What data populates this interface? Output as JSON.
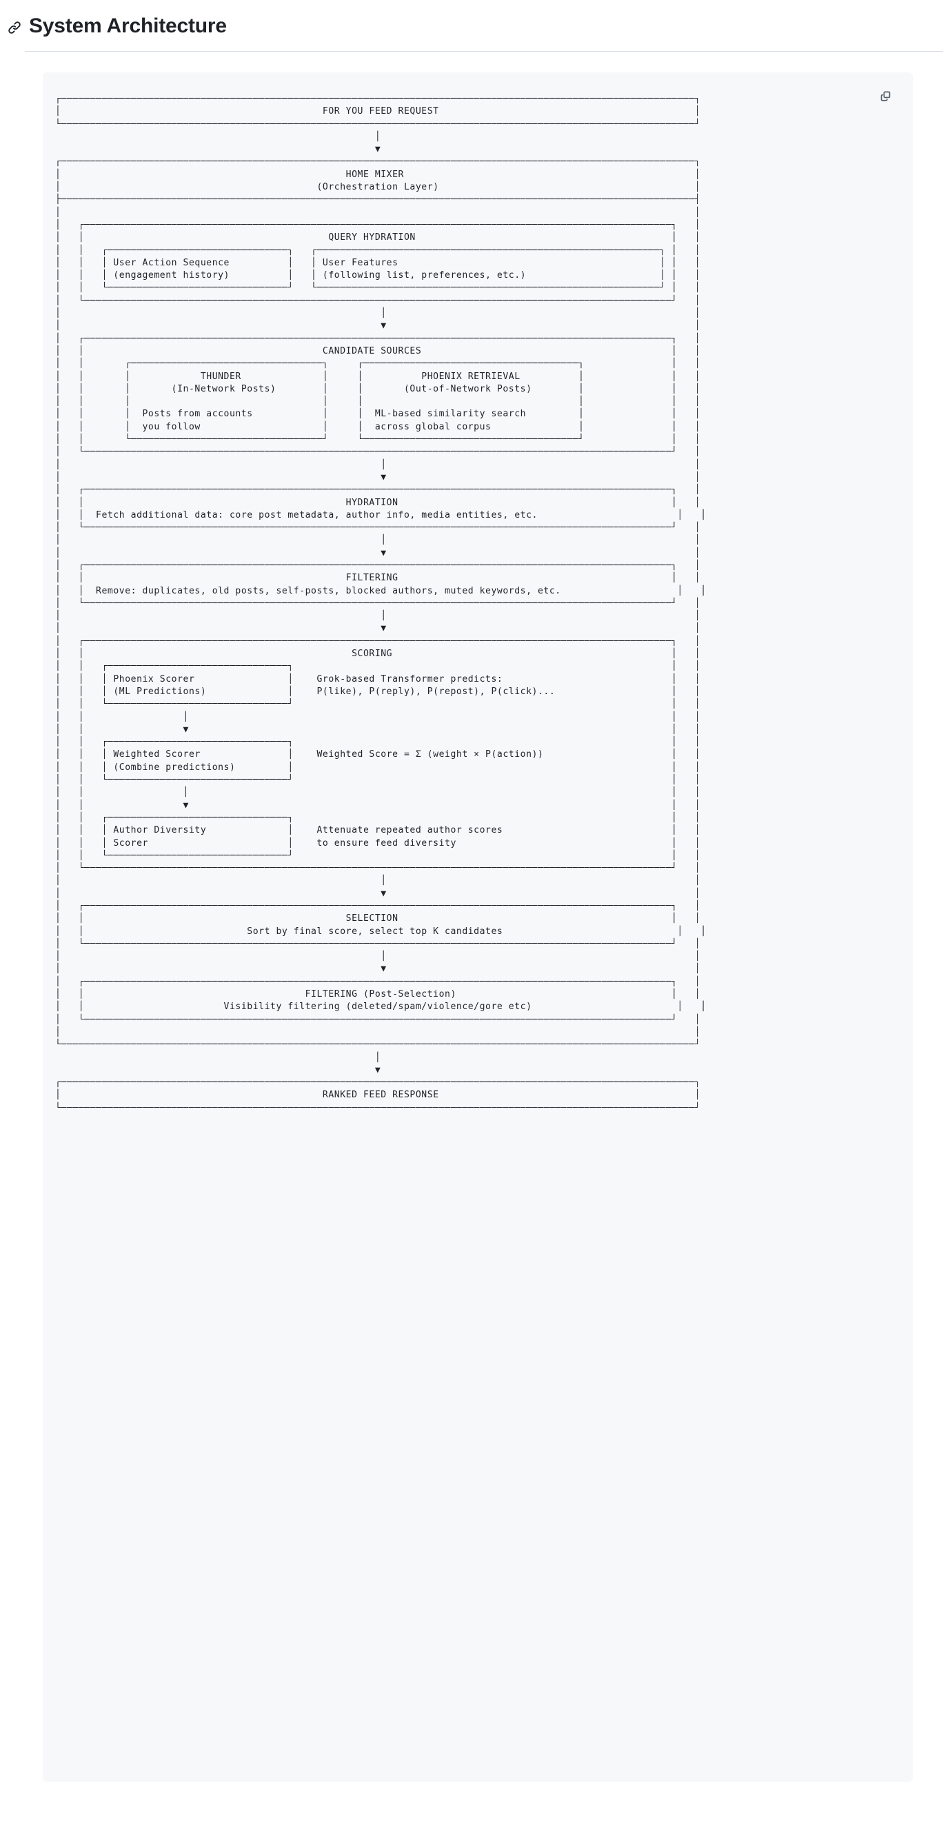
{
  "header": {
    "anchor_icon": "link-icon",
    "title": "System Architecture"
  },
  "codeblock": {
    "copy_icon": "copy-icon",
    "language": "text",
    "content": "┌─────────────────────────────────────────────────────────────────────────────────────────────────────────────┐\n│                                             FOR YOU FEED REQUEST                                            │\n└─────────────────────────────────────────────────────────────────────────────────────────────────────────────┘\n                                                       │\n                                                       ▼\n┌─────────────────────────────────────────────────────────────────────────────────────────────────────────────┐\n│                                                 HOME MIXER                                                  │\n│                                            (Orchestration Layer)                                            │\n├─────────────────────────────────────────────────────────────────────────────────────────────────────────────┤\n│                                                                                                             │\n│   ┌─────────────────────────────────────────────────────────────────────────────────────────────────────┐   │\n│   │                                          QUERY HYDRATION                                            │   │\n│   │   ┌───────────────────────────────┐   ┌───────────────────────────────────────────────────────────┐ │   │\n│   │   │ User Action Sequence          │   │ User Features                                             │ │   │\n│   │   │ (engagement history)          │   │ (following list, preferences, etc.)                       │ │   │\n│   │   └───────────────────────────────┘   └───────────────────────────────────────────────────────────┘ │   │\n│   └─────────────────────────────────────────────────────────────────────────────────────────────────────┘   │\n│                                                       │                                                     │\n│                                                       ▼                                                     │\n│   ┌─────────────────────────────────────────────────────────────────────────────────────────────────────┐   │\n│   │                                         CANDIDATE SOURCES                                           │   │\n│   │       ┌─────────────────────────────────┐     ┌─────────────────────────────────────┐               │   │\n│   │       │            THUNDER              │     │          PHOENIX RETRIEVAL          │               │   │\n│   │       │       (In-Network Posts)        │     │       (Out-of-Network Posts)        │               │   │\n│   │       │                                 │     │                                     │               │   │\n│   │       │  Posts from accounts            │     │  ML-based similarity search         │               │   │\n│   │       │  you follow                     │     │  across global corpus               │               │   │\n│   │       └─────────────────────────────────┘     └─────────────────────────────────────┘               │   │\n│   └─────────────────────────────────────────────────────────────────────────────────────────────────────┘   │\n│                                                       │                                                     │\n│                                                       ▼                                                     │\n│   ┌─────────────────────────────────────────────────────────────────────────────────────────────────────┐   │\n│   │                                             HYDRATION                                               │   │\n│   │  Fetch additional data: core post metadata, author info, media entities, etc.                        │   │\n│   └─────────────────────────────────────────────────────────────────────────────────────────────────────┘   │\n│                                                       │                                                     │\n│                                                       ▼                                                     │\n│   ┌─────────────────────────────────────────────────────────────────────────────────────────────────────┐   │\n│   │                                             FILTERING                                               │   │\n│   │  Remove: duplicates, old posts, self-posts, blocked authors, muted keywords, etc.                    │   │\n│   └─────────────────────────────────────────────────────────────────────────────────────────────────────┘   │\n│                                                       │                                                     │\n│                                                       ▼                                                     │\n│   ┌─────────────────────────────────────────────────────────────────────────────────────────────────────┐   │\n│   │                                              SCORING                                                │   │\n│   │   ┌───────────────────────────────┐                                                                 │   │\n│   │   │ Phoenix Scorer                │    Grok-based Transformer predicts:                             │   │\n│   │   │ (ML Predictions)              │    P(like), P(reply), P(repost), P(click)...                    │   │\n│   │   └───────────────────────────────┘                                                                 │   │\n│   │                 │                                                                                   │   │\n│   │                 ▼                                                                                   │   │\n│   │   ┌───────────────────────────────┐                                                                 │   │\n│   │   │ Weighted Scorer               │    Weighted Score = Σ (weight × P(action))                      │   │\n│   │   │ (Combine predictions)         │                                                                 │   │\n│   │   └───────────────────────────────┘                                                                 │   │\n│   │                 │                                                                                   │   │\n│   │                 ▼                                                                                   │   │\n│   │   ┌───────────────────────────────┐                                                                 │   │\n│   │   │ Author Diversity              │    Attenuate repeated author scores                             │   │\n│   │   │ Scorer                        │    to ensure feed diversity                                     │   │\n│   │   └───────────────────────────────┘                                                                 │   │\n│   └─────────────────────────────────────────────────────────────────────────────────────────────────────┘   │\n│                                                       │                                                     │\n│                                                       ▼                                                     │\n│   ┌─────────────────────────────────────────────────────────────────────────────────────────────────────┐   │\n│   │                                             SELECTION                                               │   │\n│   │                            Sort by final score, select top K candidates                              │   │\n│   └─────────────────────────────────────────────────────────────────────────────────────────────────────┘   │\n│                                                       │                                                     │\n│                                                       ▼                                                     │\n│   ┌─────────────────────────────────────────────────────────────────────────────────────────────────────┐   │\n│   │                                      FILTERING (Post-Selection)                                     │   │\n│   │                        Visibility filtering (deleted/spam/violence/gore etc)                         │   │\n│   └─────────────────────────────────────────────────────────────────────────────────────────────────────┘   │\n│                                                                                                             │\n└─────────────────────────────────────────────────────────────────────────────────────────────────────────────┘\n                                                       │\n                                                       ▼\n┌─────────────────────────────────────────────────────────────────────────────────────────────────────────────┐\n│                                             RANKED FEED RESPONSE                                            │\n└─────────────────────────────────────────────────────────────────────────────────────────────────────────────┘"
  },
  "diagram": {
    "nodes": [
      {
        "id": "for-you-feed-request",
        "label": "FOR YOU FEED REQUEST",
        "level": 0
      },
      {
        "id": "home-mixer",
        "label": "HOME MIXER",
        "sublabel": "(Orchestration Layer)",
        "level": 1
      },
      {
        "id": "query-hydration",
        "label": "QUERY HYDRATION",
        "level": 2
      },
      {
        "id": "user-action-sequence",
        "label": "User Action Sequence",
        "sublabel": "(engagement history)",
        "level": 3
      },
      {
        "id": "user-features",
        "label": "User Features",
        "sublabel": "(following list, preferences, etc.)",
        "level": 3
      },
      {
        "id": "candidate-sources",
        "label": "CANDIDATE SOURCES",
        "level": 2
      },
      {
        "id": "thunder",
        "label": "THUNDER",
        "sublabel": "(In-Network Posts)",
        "body": "Posts from accounts you follow",
        "level": 3
      },
      {
        "id": "phoenix-retrieval",
        "label": "PHOENIX RETRIEVAL",
        "sublabel": "(Out-of-Network Posts)",
        "body": "ML-based similarity search across global corpus",
        "level": 3
      },
      {
        "id": "hydration",
        "label": "HYDRATION",
        "sublabel": "Fetch additional data: core post metadata, author info, media entities, etc.",
        "level": 2
      },
      {
        "id": "filtering",
        "label": "FILTERING",
        "sublabel": "Remove: duplicates, old posts, self-posts, blocked authors, muted keywords, etc.",
        "level": 2
      },
      {
        "id": "scoring",
        "label": "SCORING",
        "level": 2
      },
      {
        "id": "phoenix-scorer",
        "label": "Phoenix Scorer",
        "sublabel": "(ML Predictions)",
        "note": "Grok-based Transformer predicts: P(like), P(reply), P(repost), P(click)...",
        "level": 3
      },
      {
        "id": "weighted-scorer",
        "label": "Weighted Scorer",
        "sublabel": "(Combine predictions)",
        "note": "Weighted Score = Σ (weight × P(action))",
        "level": 3
      },
      {
        "id": "author-diversity-scorer",
        "label": "Author Diversity Scorer",
        "note": "Attenuate repeated author scores to ensure feed diversity",
        "level": 3
      },
      {
        "id": "selection",
        "label": "SELECTION",
        "sublabel": "Sort by final score, select top K candidates",
        "level": 2
      },
      {
        "id": "filtering-post-selection",
        "label": "FILTERING (Post-Selection)",
        "sublabel": "Visibility filtering (deleted/spam/violence/gore etc)",
        "level": 2
      },
      {
        "id": "ranked-feed-response",
        "label": "RANKED FEED RESPONSE",
        "level": 0
      }
    ],
    "arrow_glyph": "▼",
    "connector_glyph": "│"
  },
  "colors": {
    "page_background": "#ffffff",
    "code_background": "#f6f8fa",
    "text": "#1f2328",
    "rule": "#d8dee4",
    "icon": "#57606a"
  }
}
